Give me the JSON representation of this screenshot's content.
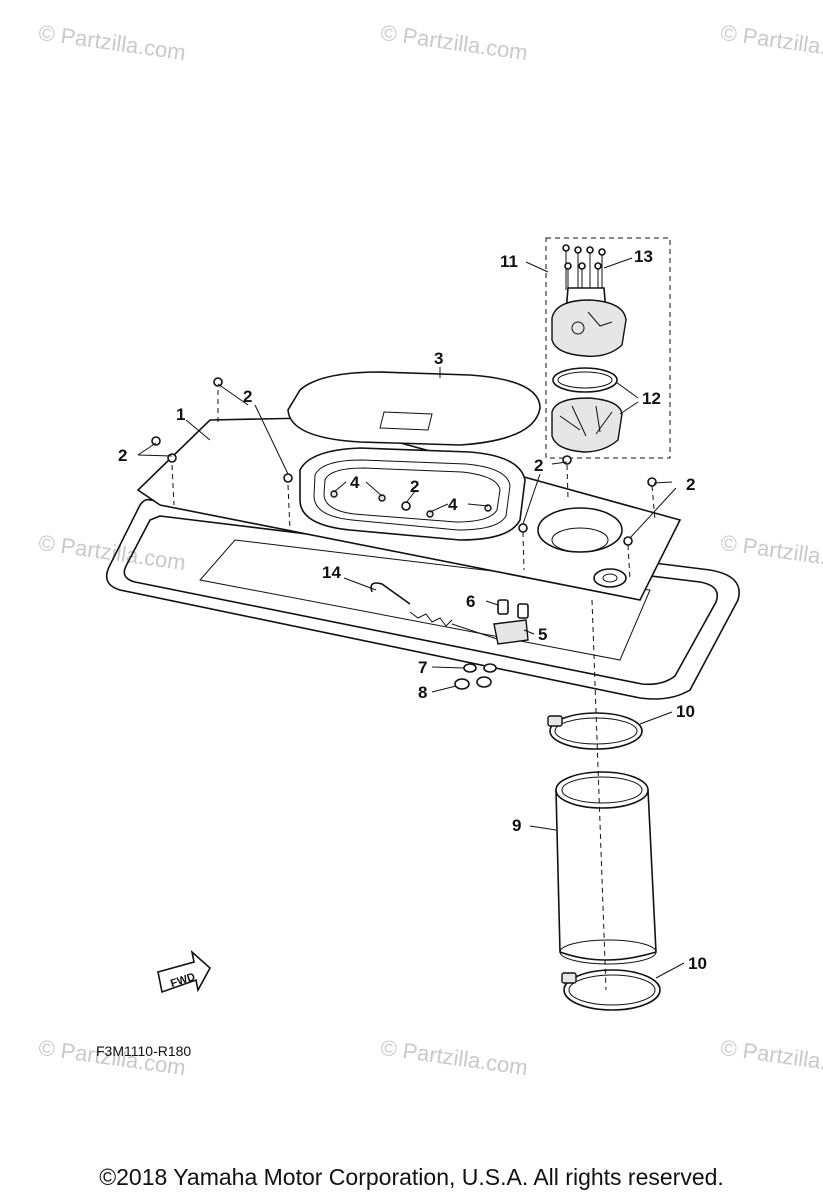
{
  "watermark": "© Partzilla.com",
  "diagram_code": "F3M1110-R180",
  "copyright": "©2018  Yamaha Motor Corporation, U.S.A. All rights reserved.",
  "fwd_label": "FWD",
  "callouts": {
    "c1": "1",
    "c2a": "2",
    "c2b": "2",
    "c2c": "2",
    "c2d": "2",
    "c2e": "2",
    "c3": "3",
    "c4a": "4",
    "c4b": "4",
    "c5": "5",
    "c6": "6",
    "c7": "7",
    "c8": "8",
    "c9": "9",
    "c10a": "10",
    "c10b": "10",
    "c11": "11",
    "c12": "12",
    "c13": "13",
    "c14": "14"
  }
}
